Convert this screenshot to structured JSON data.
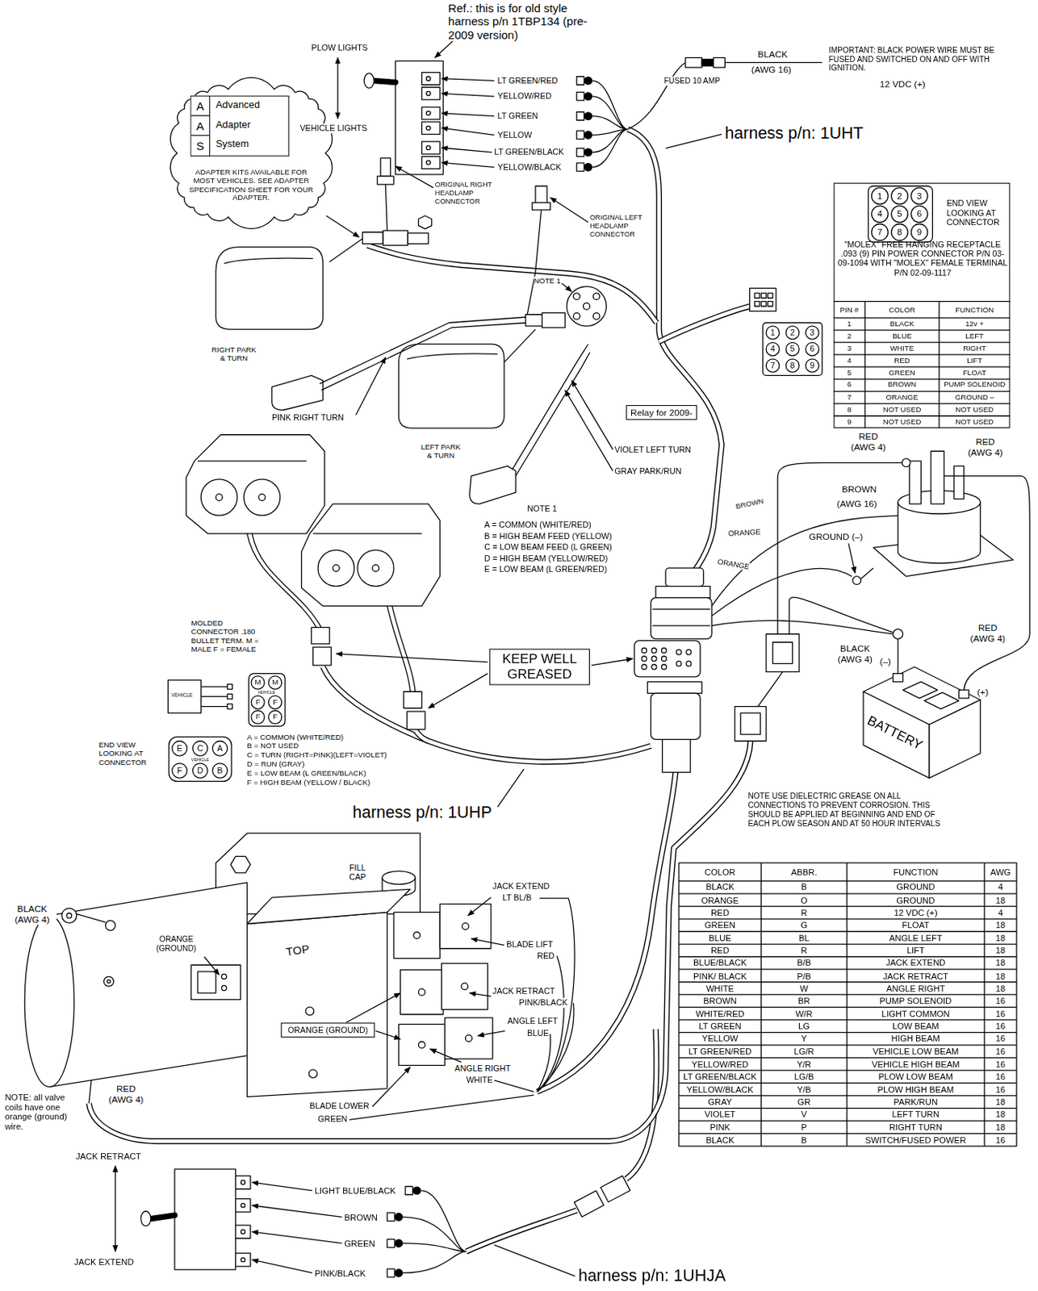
{
  "diagram": {
    "nodes": [
      {
        "text": [
          "ADAPTER KITS AVAILABLE FOR MOST VEHICLES. SEE ADAPTER SPECIFICATION SHEET FOR YOUR ADAPTER."
        ]
      },
      {
        "text": [
          "Advanced",
          "Adapter",
          "System"
        ],
        "in": 0
      },
      {
        "text": [
          "A"
        ],
        "in": 1
      },
      {
        "text": [
          "A"
        ],
        "in": 1
      },
      {
        "text": [
          "S"
        ],
        "in": 1
      },
      {
        "text": [
          "Relay for 2009-"
        ]
      },
      {
        "text": [
          "KEEP WELL GREASED"
        ]
      },
      {
        "text": [
          "END VIEW LOOKING AT CONNECTOR",
          "\"MOLEX\" FREE HANGING RECEPTACLE .093 (9) PIN POWER CONNECTOR P/N 03-09-1094 WITH \"MOLEX\" FEMALE TERMINAL P/N 02-09-1117"
        ]
      },
      {
        "text": [
          "ORANGE (GROUND)"
        ]
      }
    ],
    "labels": [
      "Ref.: this is for old style harness p/n 1TBP134 (pre-2009 version)",
      "PLOW LIGHTS",
      "VEHICLE LIGHTS",
      "LT GREEN/RED",
      "YELLOW/RED",
      "LT GREEN",
      "YELLOW",
      "LT GREEN/BLACK",
      "YELLOW/BLACK",
      "BLACK",
      "(AWG 16)",
      "FUSED 10 AMP",
      "IMPORTANT: BLACK POWER WIRE MUST BE FUSED AND SWITCHED ON AND OFF WITH IGNITION.",
      "12 VDC (+)",
      "harness p/n: 1UHT",
      "ORIGINAL RIGHT HEADLAMP CONNECTOR",
      "ORIGINAL LEFT HEADLAMP CONNECTOR",
      "NOTE 1",
      "RIGHT PARK & TURN",
      "PINK RIGHT TURN",
      "LEFT PARK & TURN",
      "VIOLET LEFT TURN",
      "GRAY PARK/RUN",
      "NOTE 1",
      "A = COMMON (WHITE/RED)",
      "B = HIGH BEAM FEED (YELLOW)",
      "C = LOW BEAM FEED (L GREEN)",
      "D = HIGH BEAM (YELLOW/RED)",
      "E = LOW BEAM (L GREEN/RED)",
      "PIN #",
      "COLOR",
      "FUNCTION",
      "1",
      "BLACK",
      "12v +",
      "2",
      "BLUE",
      "LEFT",
      "3",
      "WHITE",
      "RIGHT",
      "4",
      "RED",
      "LIFT",
      "5",
      "GREEN",
      "FLOAT",
      "6",
      "BROWN",
      "PUMP SOLENOID",
      "7",
      "ORANGE",
      "GROUND –",
      "8",
      "NOT USED",
      "NOT USED",
      "9",
      "NOT USED",
      "NOT USED",
      "1",
      "2",
      "3",
      "4",
      "5",
      "6",
      "7",
      "8",
      "9",
      "1",
      "2",
      "3",
      "4",
      "5",
      "6",
      "7",
      "8",
      "9",
      "RED (AWG 4)",
      "RED (AWG 4)",
      "BROWN",
      "(AWG 16)",
      "GROUND (–)",
      "BROWN",
      "ORANGE",
      "ORANGE",
      "RED (AWG 4)",
      "BLACK (AWG 4)",
      "(–)",
      "(+)",
      "BATTERY",
      "MOLDED CONNECTOR .180 BULLET TERM. M = MALE F = FEMALE",
      "VEHICLE",
      "M",
      "M",
      "VEHICLE",
      "F",
      "F",
      "F",
      "F",
      "END VIEW LOOKING AT CONNECTOR",
      "E",
      "C",
      "A",
      "VEHICLE",
      "F",
      "D",
      "B",
      "A = COMMON (WHITE/RED)",
      "B = NOT USED",
      "C = TURN (RIGHT=PINK)(LEFT=VIOLET)",
      "D = RUN (GRAY)",
      "E = LOW BEAM (L GREEN/BLACK)",
      "F = HIGH BEAM (YELLOW / BLACK)",
      "harness p/n: 1UHP",
      "NOTE USE DIELECTRIC GREASE ON ALL CONNECTIONS TO PREVENT CORROSION. THIS SHOULD BE APPLIED AT BEGINNING AND END OF EACH PLOW SEASON AND AT 50 HOUR INTERVALS",
      "COLOR",
      "ABBR.",
      "FUNCTION",
      "AWG",
      "BLACK",
      "B",
      "GROUND",
      "4",
      "ORANGE",
      "O",
      "GROUND",
      "18",
      "RED",
      "R",
      "12 VDC (+)",
      "4",
      "GREEN",
      "G",
      "FLOAT",
      "18",
      "BLUE",
      "BL",
      "ANGLE LEFT",
      "18",
      "RED",
      "R",
      "LIFT",
      "18",
      "BLUE/BLACK",
      "B/B",
      "JACK EXTEND",
      "18",
      "PINK/ BLACK",
      "P/B",
      "JACK RETRACT",
      "18",
      "WHITE",
      "W",
      "ANGLE RIGHT",
      "18",
      "BROWN",
      "BR",
      "PUMP SOLENOID",
      "16",
      "WHITE/RED",
      "W/R",
      "LIGHT COMMON",
      "16",
      "LT GREEN",
      "LG",
      "LOW BEAM",
      "16",
      "YELLOW",
      "Y",
      "HIGH BEAM",
      "16",
      "LT GREEN/RED",
      "LG/R",
      "VEHICLE LOW BEAM",
      "16",
      "YELLOW/RED",
      "Y/R",
      "VEHICLE HIGH BEAM",
      "16",
      "LT GREEN/BLACK",
      "LG/B",
      "PLOW LOW BEAM",
      "16",
      "YELLOW/BLACK",
      "Y/B",
      "PLOW HIGH BEAM",
      "16",
      "GRAY",
      "GR",
      "PARK/RUN",
      "18",
      "VIOLET",
      "V",
      "LEFT TURN",
      "18",
      "PINK",
      "P",
      "RIGHT TURN",
      "18",
      "BLACK",
      "B",
      "SWITCH/FUSED POWER",
      "16",
      "FILL CAP",
      "JACK EXTEND",
      "LT BL/B",
      "BLADE LIFT",
      "RED",
      "JACK RETRACT",
      "PINK/BLACK",
      "ANGLE LEFT",
      "BLUE",
      "ANGLE RIGHT",
      "WHITE",
      "BLADE LOWER",
      "GREEN",
      "BLACK (AWG 4)",
      "ORANGE (GROUND)",
      "TOP",
      "RED (AWG 4)",
      "NOTE: all valve coils have one orange (ground) wire.",
      "JACK RETRACT",
      "JACK EXTEND",
      "LIGHT BLUE/BLACK",
      "BROWN",
      "GREEN",
      "PINK/BLACK",
      "harness p/n: 1UHJA"
    ]
  }
}
